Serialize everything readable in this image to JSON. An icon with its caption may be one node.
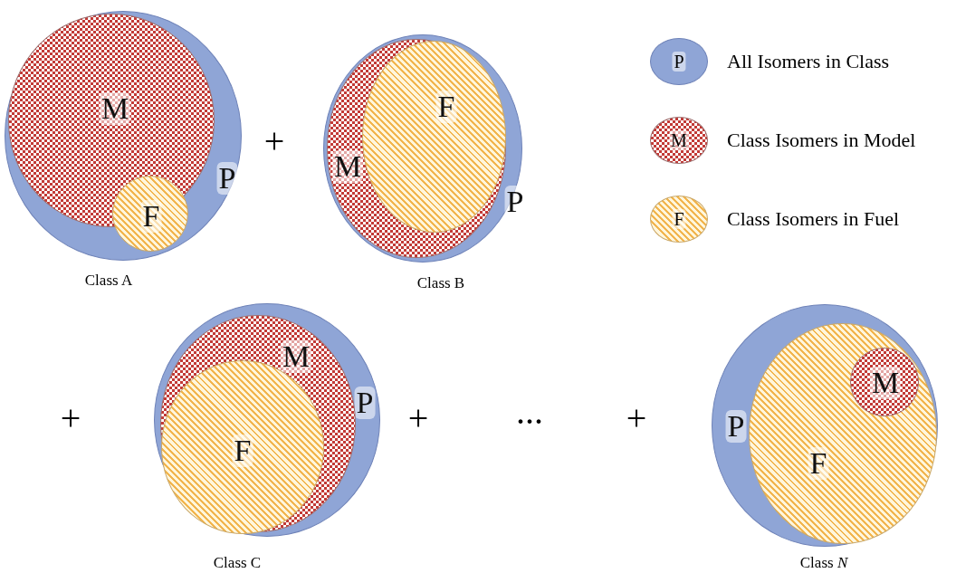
{
  "diagram": {
    "nodes": [
      {
        "text": [
          "P"
        ],
        "beside": [
          "Class A"
        ]
      },
      {
        "text": [
          "M"
        ],
        "in": 0
      },
      {
        "text": [
          "F"
        ],
        "in": 0
      },
      {
        "text": [
          "P"
        ],
        "beside": [
          "Class B"
        ]
      },
      {
        "text": [
          "M"
        ],
        "in": 3
      },
      {
        "text": [
          "F"
        ],
        "in": 4
      },
      {
        "text": [
          "P"
        ],
        "beside": [
          "Class C"
        ]
      },
      {
        "text": [
          "M"
        ],
        "in": 6
      },
      {
        "text": [
          "F"
        ],
        "in": 7
      },
      {
        "text": [
          "P"
        ],
        "beside": [
          "Class *N*"
        ]
      },
      {
        "text": [
          "F"
        ],
        "in": 9
      },
      {
        "text": [
          "M"
        ],
        "in": 10
      }
    ],
    "edges": [],
    "labels": [
      "+",
      "P",
      "M",
      "F",
      "+",
      "+",
      "...",
      "+"
    ],
    "legend": [
      {
        "text": "All Isomers in Class",
        "color": "#8fa5d6"
      },
      {
        "text": "Class Isomers in Model",
        "color": "#c23a36"
      },
      {
        "text": "Class Isomers in Fuel",
        "color": "#f2b54e"
      }
    ]
  }
}
